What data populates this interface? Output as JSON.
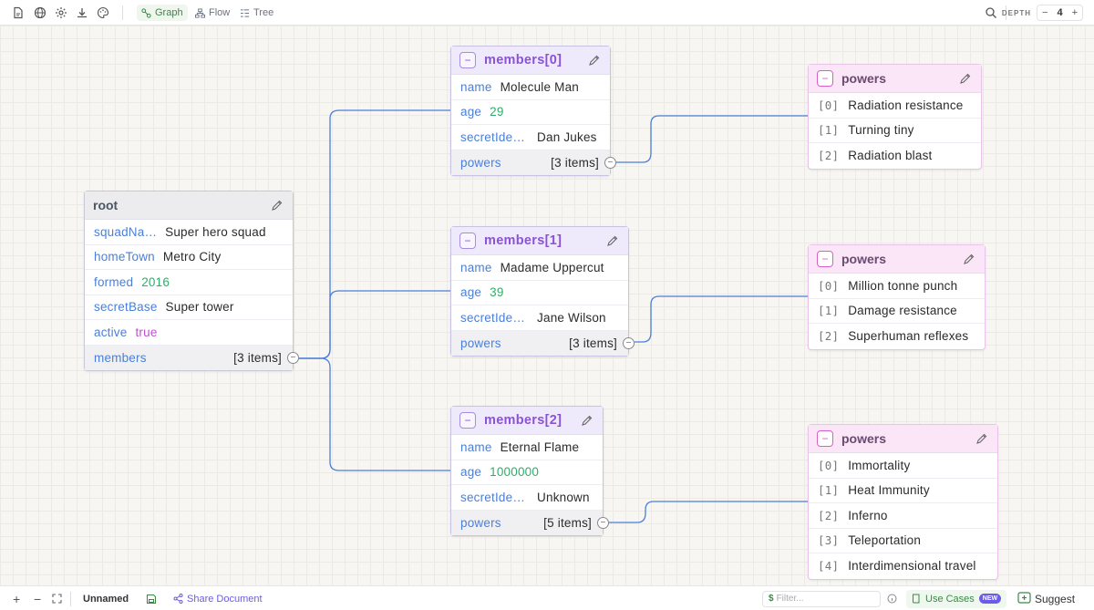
{
  "toolbar": {
    "modes": [
      {
        "label": "Graph",
        "icon": "graph-icon"
      },
      {
        "label": "Flow",
        "icon": "flow-icon"
      },
      {
        "label": "Tree",
        "icon": "tree-icon"
      }
    ],
    "active_mode": "Graph",
    "depth_label": "DEPTH",
    "depth_minus": "−",
    "depth_value": "4",
    "depth_plus": "+"
  },
  "graph": {
    "root": {
      "title": "root",
      "rows": [
        {
          "key": "squadNa…",
          "value": "Super hero squad",
          "type": "string"
        },
        {
          "key": "homeTown",
          "value": "Metro City",
          "type": "string"
        },
        {
          "key": "formed",
          "value": "2016",
          "type": "number"
        },
        {
          "key": "secretBase",
          "value": "Super tower",
          "type": "string"
        },
        {
          "key": "active",
          "value": "true",
          "type": "bool"
        },
        {
          "key": "members",
          "value": "[3 items]",
          "type": "count"
        }
      ]
    },
    "members": [
      {
        "title": "members[0]",
        "rows": [
          {
            "key": "name",
            "value": "Molecule Man",
            "type": "string"
          },
          {
            "key": "age",
            "value": "29",
            "type": "number"
          },
          {
            "key": "secretIde…",
            "value": "Dan Jukes",
            "type": "string"
          },
          {
            "key": "powers",
            "value": "[3 items]",
            "type": "count"
          }
        ]
      },
      {
        "title": "members[1]",
        "rows": [
          {
            "key": "name",
            "value": "Madame Uppercut",
            "type": "string"
          },
          {
            "key": "age",
            "value": "39",
            "type": "number"
          },
          {
            "key": "secretIde…",
            "value": "Jane Wilson",
            "type": "string"
          },
          {
            "key": "powers",
            "value": "[3 items]",
            "type": "count"
          }
        ]
      },
      {
        "title": "members[2]",
        "rows": [
          {
            "key": "name",
            "value": "Eternal Flame",
            "type": "string"
          },
          {
            "key": "age",
            "value": "1000000",
            "type": "number"
          },
          {
            "key": "secretIde…",
            "value": "Unknown",
            "type": "string"
          },
          {
            "key": "powers",
            "value": "[5 items]",
            "type": "count"
          }
        ]
      }
    ],
    "powers": [
      {
        "title": "powers",
        "items": [
          {
            "idx": "[0]",
            "value": "Radiation resistance"
          },
          {
            "idx": "[1]",
            "value": "Turning tiny"
          },
          {
            "idx": "[2]",
            "value": "Radiation blast"
          }
        ]
      },
      {
        "title": "powers",
        "items": [
          {
            "idx": "[0]",
            "value": "Million tonne punch"
          },
          {
            "idx": "[1]",
            "value": "Damage resistance"
          },
          {
            "idx": "[2]",
            "value": "Superhuman reflexes"
          }
        ]
      },
      {
        "title": "powers",
        "items": [
          {
            "idx": "[0]",
            "value": "Immortality"
          },
          {
            "idx": "[1]",
            "value": "Heat Immunity"
          },
          {
            "idx": "[2]",
            "value": "Inferno"
          },
          {
            "idx": "[3]",
            "value": "Teleportation"
          },
          {
            "idx": "[4]",
            "value": "Interdimensional travel"
          }
        ]
      }
    ]
  },
  "bottombar": {
    "zoom_in": "+",
    "zoom_out": "−",
    "document_name": "Unnamed",
    "share_label": "Share Document",
    "filter_placeholder": "Filter...",
    "filter_prefix": "$",
    "use_cases_label": "Use Cases",
    "new_badge": "NEW",
    "suggest_label": "Suggest"
  },
  "colors": {
    "accent_green": "#3a8a46",
    "edge_blue": "#4a7fd8",
    "key_blue": "#4a7fd8",
    "number_green": "#2eae6a",
    "bool_purple": "#c14fd6",
    "member_title": "#8b52d6",
    "power_header": "#fbe6f7"
  }
}
